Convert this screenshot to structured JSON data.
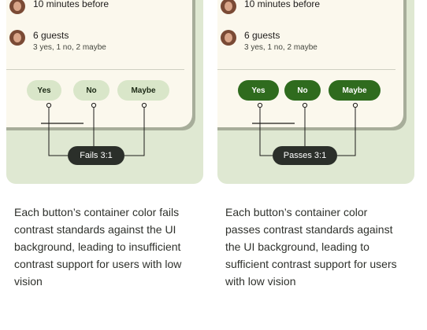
{
  "left_example": {
    "reminder_text": "10 minutes before",
    "guests_title": "6 guests",
    "guests_sub": "3 yes, 1 no, 2 maybe",
    "buttons": [
      "Yes",
      "No",
      "Maybe"
    ],
    "verdict": "Fails 3:1",
    "caption": "Each button’s container color fails contrast standards against the UI background, leading to insufficient contrast support for users with low vision",
    "button_color": "#d9e6c9"
  },
  "right_example": {
    "reminder_text": "10 minutes before",
    "guests_title": "6 guests",
    "guests_sub": "3 yes, 1 no, 2 maybe",
    "buttons": [
      "Yes",
      "No",
      "Maybe"
    ],
    "verdict": "Passes 3:1",
    "caption": "Each button’s container color passes contrast standards against the UI background, leading to sufficient contrast support for users with low vision",
    "button_color": "#2f6b1e"
  }
}
